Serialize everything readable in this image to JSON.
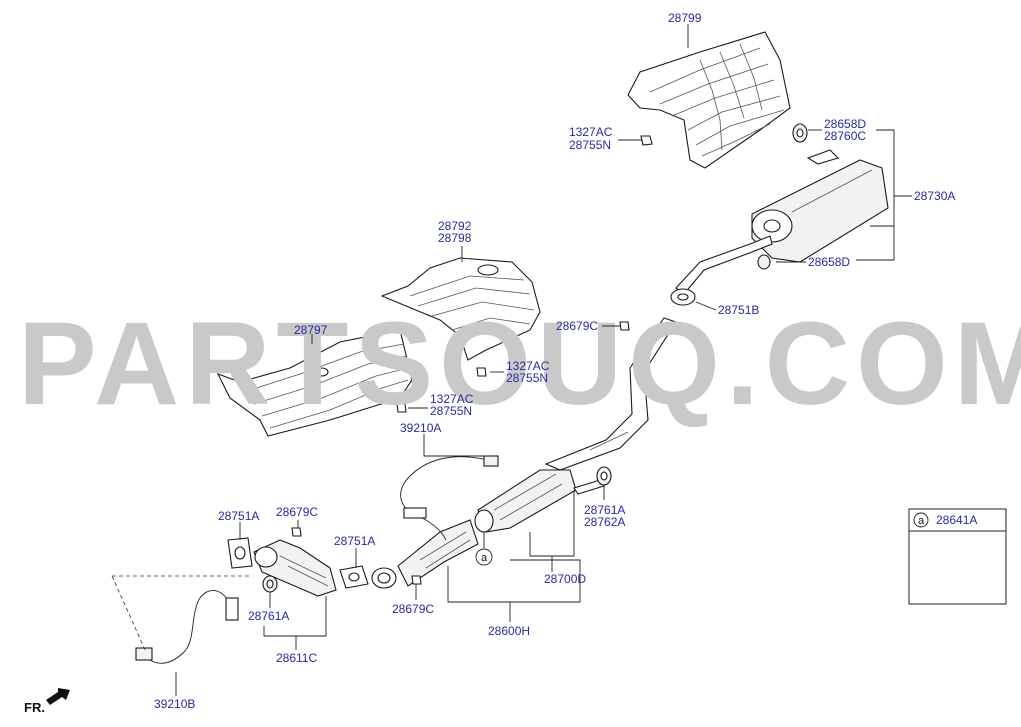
{
  "watermark": "PARTSOUQ.COM",
  "front_indicator": "FR.",
  "legend_box": {
    "symbol": "a",
    "part": "28641A"
  },
  "callout_symbol": "a",
  "labels": {
    "l28799": "28799",
    "l1327ac_a": "1327AC",
    "l28755n_a": "28755N",
    "l28658d_a": "28658D",
    "l28760c": "28760C",
    "l28730a": "28730A",
    "l28658d_b": "28658D",
    "l28792": "28792",
    "l28798": "28798",
    "l28797": "28797",
    "l28679c_a": "28679C",
    "l28751b": "28751B",
    "l1327ac_b": "1327AC",
    "l28755n_b": "28755N",
    "l1327ac_c": "1327AC",
    "l28755n_c": "28755N",
    "l39210a": "39210A",
    "l28751a_a": "28751A",
    "l28679c_b": "28679C",
    "l28751a_b": "28751A",
    "l28761a_a": "28761A",
    "l28762a": "28762A",
    "l28700d": "28700D",
    "l28679c_c": "28679C",
    "l28761a_b": "28761A",
    "l28600h": "28600H",
    "l28611c": "28611C",
    "l39210b": "39210B"
  }
}
